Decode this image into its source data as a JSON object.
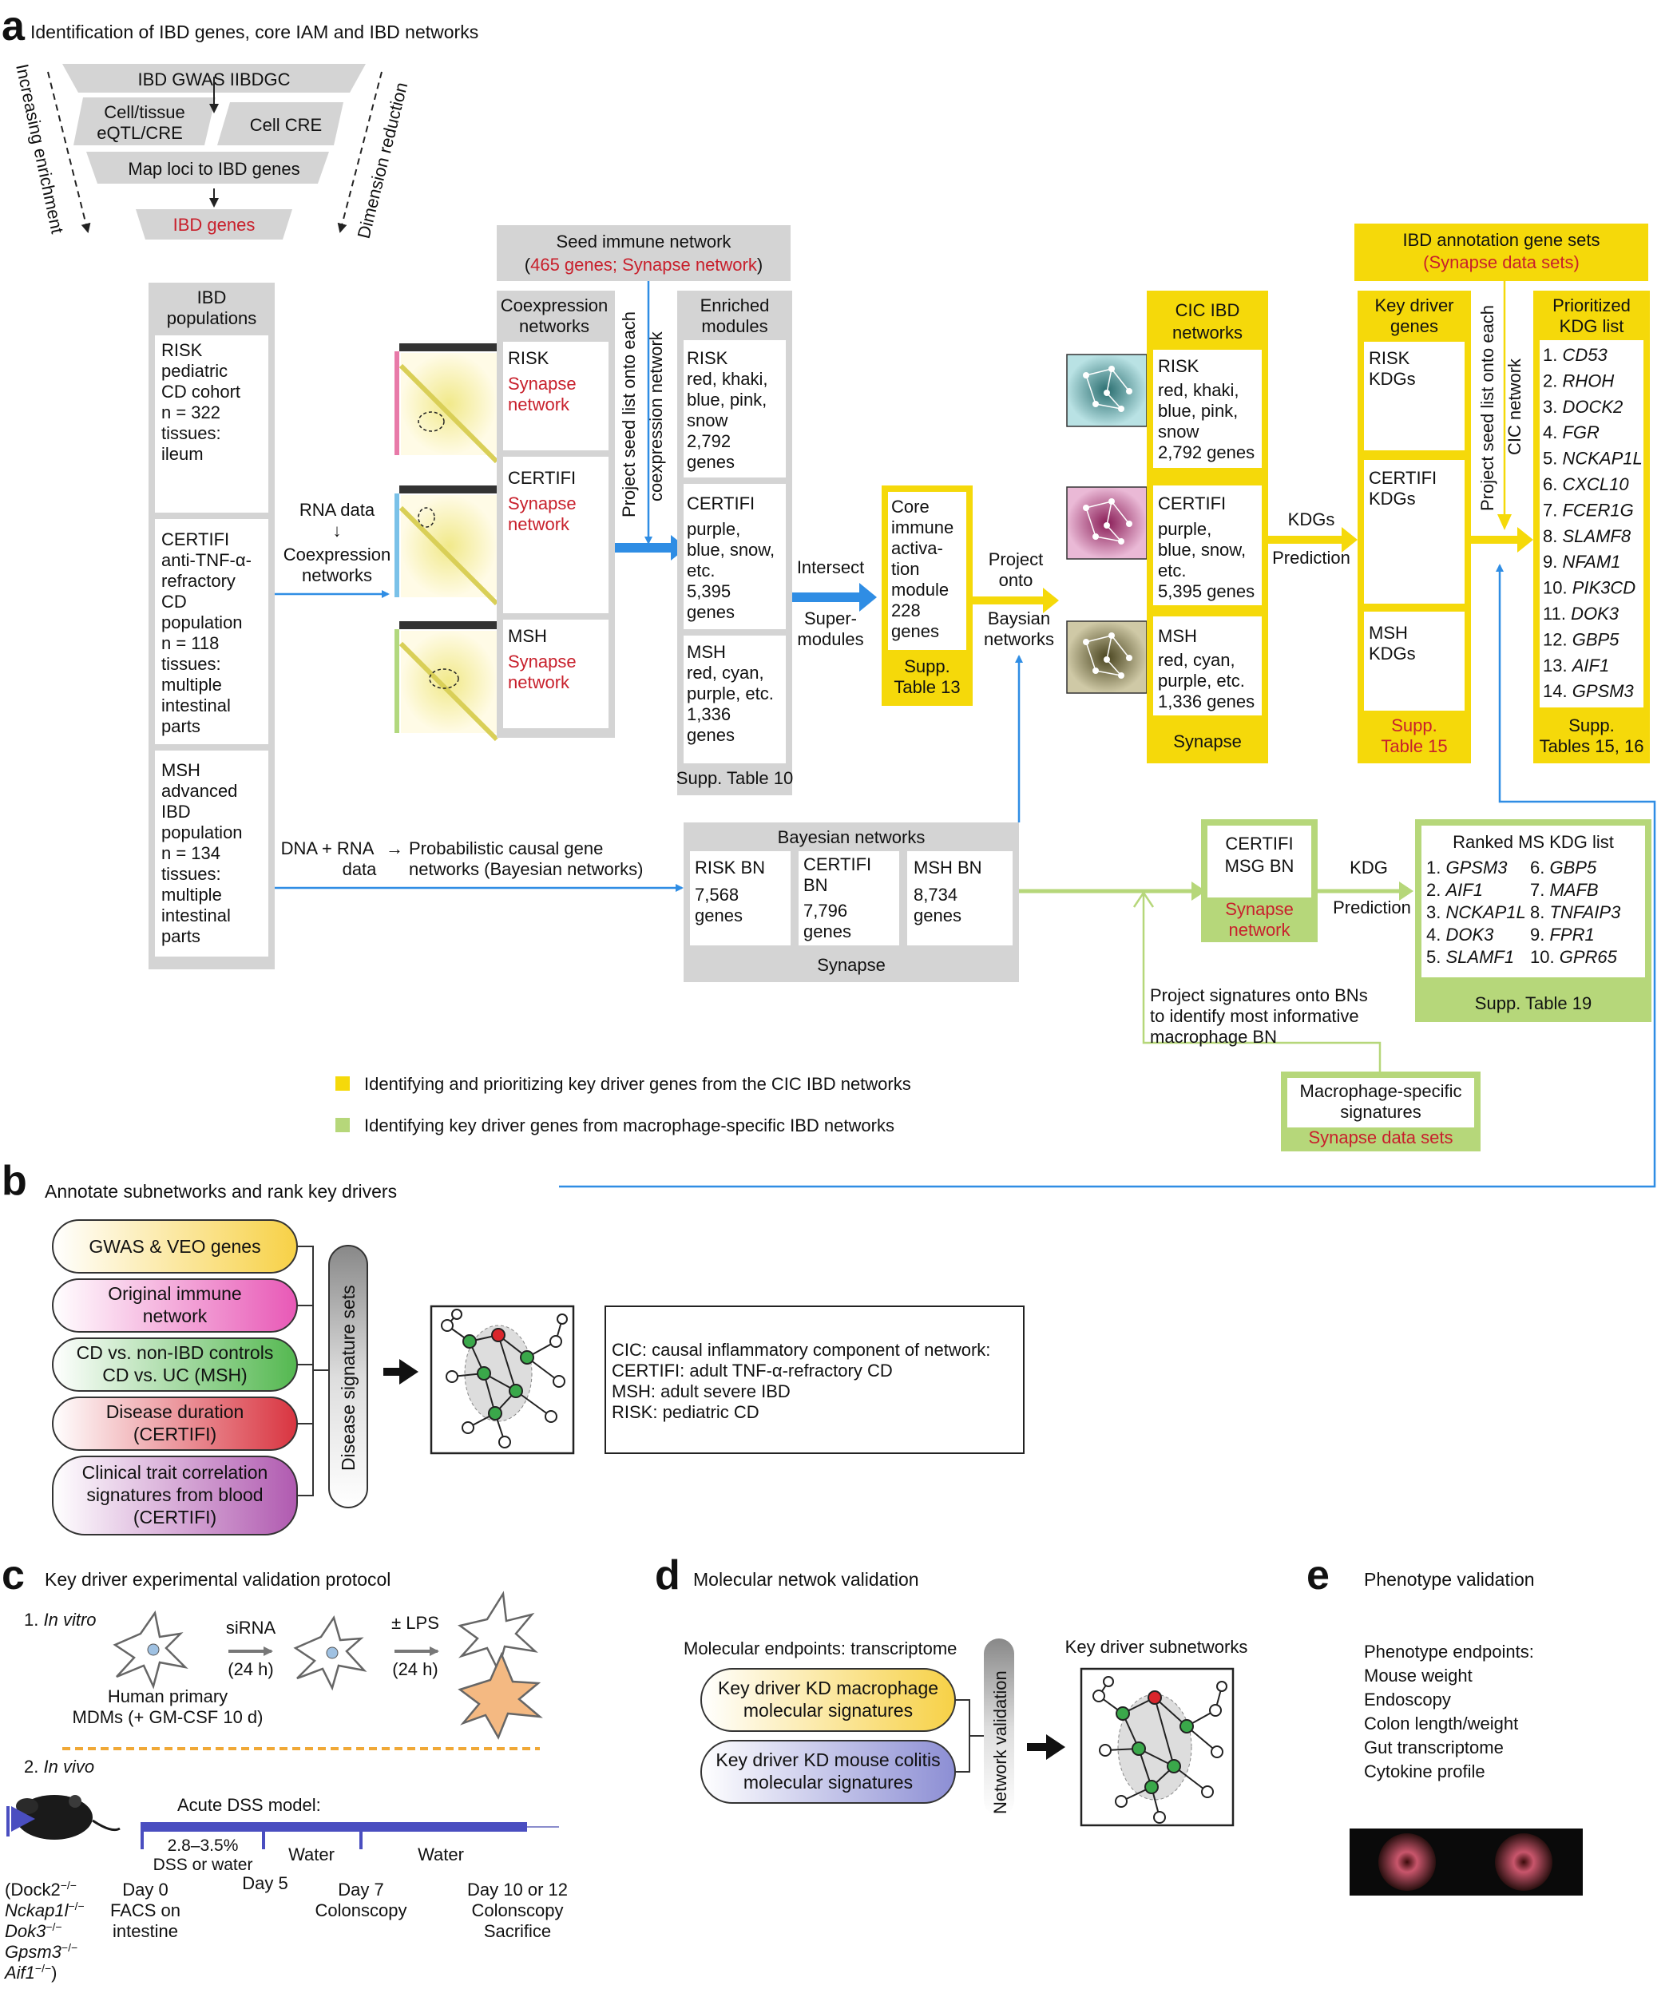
{
  "panels": {
    "a": {
      "letter": "a",
      "title": "Identification of IBD genes, core IAM and IBD networks"
    },
    "b": {
      "letter": "b",
      "title": "Annotate subnetworks and rank key drivers"
    },
    "c": {
      "letter": "c",
      "title": "Key driver experimental validation protocol"
    },
    "d": {
      "letter": "d",
      "title": "Molecular netwok validation"
    },
    "e": {
      "letter": "e",
      "title": "Phenotype validation"
    }
  },
  "funnel": {
    "gwas": "IBD GWAS IIBDGC",
    "eqtl_1": "Cell/tissue",
    "eqtl_2": "eQTL/CRE",
    "cellcre": "Cell CRE",
    "map": "Map loci to IBD genes",
    "ibdgenes": "IBD genes",
    "left_label": "Increasing enrichment",
    "right_label": "Dimension reduction"
  },
  "populations": {
    "header_1": "IBD",
    "header_2": "populations",
    "risk": [
      "RISK",
      "pediatric",
      "CD cohort",
      "n = 322",
      "tissues:",
      "ileum"
    ],
    "certifi": [
      "CERTIFI",
      "anti-TNF-α-",
      "refractory",
      "CD",
      "population",
      "n = 118",
      "tissues:",
      "multiple",
      "intestinal",
      "parts"
    ],
    "msh": [
      "MSH",
      "advanced",
      "IBD",
      "population",
      "n = 134",
      "tissues:",
      "multiple",
      "intestinal",
      "parts"
    ]
  },
  "arrows": {
    "rna_1": "RNA data",
    "rna_2": "↓",
    "rna_3": "Coexpression",
    "rna_4": "networks",
    "dna_1": "DNA + RNA",
    "dna_2": "data",
    "dna_arrow": "→",
    "prob_1": "Probabilistic causal gene",
    "prob_2": "networks (Bayesian networks)",
    "project_seed_1": "Project seed list onto each",
    "project_seed_2": "coexpression network",
    "intersect": "Intersect",
    "super_1": "Super-",
    "super_2": "modules",
    "project_onto_1": "Project",
    "project_onto_2": "onto",
    "project_onto_3": "Baysian",
    "project_onto_4": "networks",
    "kdgs": "KDGs",
    "prediction": "Prediction",
    "project_cic_1": "Project seed list onto each",
    "project_cic_2": "CIC network",
    "kdg": "KDG",
    "prediction2": "Prediction",
    "sig_1": "Project signatures onto BNs",
    "sig_2": "to identify most informative",
    "sig_3": "macrophage BN"
  },
  "seed": {
    "line1": "Seed immune network",
    "open": "(",
    "count": "465 genes;",
    "syn": "Synapse network",
    "close": ")"
  },
  "coexp": {
    "header_1": "Coexpression",
    "header_2": "networks",
    "risk": "RISK",
    "certifi": "CERTIFI",
    "msh": "MSH",
    "syn_1": "Synapse",
    "syn_2": "network"
  },
  "enriched": {
    "header_1": "Enriched",
    "header_2": "modules",
    "risk": [
      "RISK",
      "red, khaki,",
      "blue, pink,",
      "snow",
      "2,792",
      "genes"
    ],
    "certifi": [
      "CERTIFI",
      "purple,",
      "blue, snow,",
      "etc.",
      "5,395",
      "genes"
    ],
    "msh": [
      "MSH",
      "red, cyan,",
      "purple, etc.",
      "1,336",
      "genes"
    ],
    "footer": "Supp. Table 10"
  },
  "core": {
    "lines": [
      "Core",
      "immune",
      "activa-",
      "tion",
      "module",
      "228",
      "genes"
    ],
    "supp_1": "Supp.",
    "supp_2": "Table 13"
  },
  "cic": {
    "header_1": "CIC IBD",
    "header_2": "networks",
    "risk": [
      "RISK",
      "red, khaki,",
      "blue, pink,",
      "snow",
      "2,792 genes"
    ],
    "certifi": [
      "CERTIFI",
      "purple,",
      "blue, snow,",
      "etc.",
      "5,395 genes"
    ],
    "msh": [
      "MSH",
      "red, cyan,",
      "purple, etc.",
      "1,336 genes"
    ],
    "footer": "Synapse"
  },
  "annot": {
    "line1": "IBD annotation gene sets",
    "line2": "(Synapse data sets)"
  },
  "keydriver": {
    "header_1": "Key driver",
    "header_2": "genes",
    "risk_1": "RISK",
    "risk_2": "KDGs",
    "certifi_1": "CERTIFI",
    "certifi_2": "KDGs",
    "msh_1": "MSH",
    "msh_2": "KDGs",
    "supp_1": "Supp.",
    "supp_2": "Table 15"
  },
  "prioritized": {
    "header_1": "Prioritized",
    "header_2": "KDG list",
    "items": [
      {
        "n": "1.",
        "g": "CD53"
      },
      {
        "n": "2.",
        "g": "RHOH"
      },
      {
        "n": "3.",
        "g": "DOCK2"
      },
      {
        "n": "4.",
        "g": "FGR"
      },
      {
        "n": "5.",
        "g": "NCKAP1L"
      },
      {
        "n": "6.",
        "g": "CXCL10"
      },
      {
        "n": "7.",
        "g": "FCER1G"
      },
      {
        "n": "8.",
        "g": "SLAMF8"
      },
      {
        "n": "9.",
        "g": "NFAM1"
      },
      {
        "n": "10.",
        "g": "PIK3CD"
      },
      {
        "n": "11.",
        "g": "DOK3"
      },
      {
        "n": "12.",
        "g": "GBP5"
      },
      {
        "n": "13.",
        "g": "AIF1"
      },
      {
        "n": "14.",
        "g": "GPSM3"
      }
    ],
    "supp_1": "Supp.",
    "supp_2": "Tables 15, 16"
  },
  "bayesian": {
    "header": "Bayesian networks",
    "risk": [
      "RISK BN",
      "7,568",
      "genes"
    ],
    "certifi": [
      "CERTIFI",
      "BN",
      "7,796",
      "genes"
    ],
    "msh": [
      "MSH BN",
      "8,734",
      "genes"
    ],
    "footer": "Synapse"
  },
  "msg": {
    "line1": "CERTIFI",
    "line2": "MSG BN",
    "syn_1": "Synapse",
    "syn_2": "network"
  },
  "ranked": {
    "header": "Ranked MS KDG list",
    "left": [
      {
        "n": "1.",
        "g": "GPSM3"
      },
      {
        "n": "2.",
        "g": "AIF1"
      },
      {
        "n": "3.",
        "g": "NCKAP1L"
      },
      {
        "n": "4.",
        "g": "DOK3"
      },
      {
        "n": "5.",
        "g": "SLAMF1"
      }
    ],
    "right": [
      {
        "n": "6.",
        "g": "GBP5"
      },
      {
        "n": "7.",
        "g": "MAFB"
      },
      {
        "n": "8.",
        "g": "TNFAIP3"
      },
      {
        "n": "9.",
        "g": "FPR1"
      },
      {
        "n": "10.",
        "g": "GPR65"
      }
    ],
    "footer": "Supp. Table 19"
  },
  "macro": {
    "line1": "Macrophage-specific",
    "line2": "signatures",
    "footer": "Synapse data sets"
  },
  "legend": {
    "yellow": "Identifying and prioritizing key driver genes from the CIC IBD networks",
    "green": "Identifying key driver genes from macrophage-specific IBD networks"
  },
  "b": {
    "pills": [
      {
        "l1": "GWAS & VEO genes",
        "l2": ""
      },
      {
        "l1": "Original immune",
        "l2": "network"
      },
      {
        "l1": "CD vs. non-IBD controls",
        "l2": "CD vs. UC (MSH)"
      },
      {
        "l1": "Disease duration",
        "l2": "(CERTIFI)"
      },
      {
        "l1": "Clinical trait correlation",
        "l2": "signatures from blood",
        "l3": "(CERTIFI)"
      }
    ],
    "vertical": "Disease signature sets",
    "defs": [
      "CIC: causal inflammatory component of network:",
      "CERTIFI: adult TNF-α-refractory CD",
      "MSH: adult severe IBD",
      "RISK: pediatric CD"
    ]
  },
  "c": {
    "invitro_n": "1.",
    "invitro": "In vitro",
    "sirna": "siRNA",
    "h24a": "(24 h)",
    "lps": "± LPS",
    "h24b": "(24 h)",
    "mdm_1": "Human primary",
    "mdm_2": "MDMs (+ GM-CSF 10 d)",
    "invivo_n": "2.",
    "invivo": "In vivo",
    "acute": "Acute DSS model:",
    "dss_1": "2.8–3.5%",
    "dss_2": "DSS or water",
    "water1": "Water",
    "water2": "Water",
    "day0": "Day 0",
    "facs_1": "FACS on",
    "facs_2": "intestine",
    "day5": "Day 5",
    "day7": "Day 7",
    "colo1": "Colonscopy",
    "day10": "Day 10 or 12",
    "colo2": "Colonscopy",
    "sacrifice": "Sacrifice",
    "ko": [
      "(Dock2",
      "Nckap1l",
      "Dok3",
      "Gpsm3",
      "Aif1"
    ],
    "ko_sup": "−/−",
    "ko_close": ")"
  },
  "d": {
    "endpoints": "Molecular endpoints: transcriptome",
    "pill1_1": "Key driver KD macrophage",
    "pill1_2": "molecular signatures",
    "pill2_1": "Key driver KD mouse colitis",
    "pill2_2": "molecular signatures",
    "vertical": "Network validation",
    "subnet": "Key driver subnetworks"
  },
  "e": {
    "lines": [
      "Phenotype endpoints:",
      "Mouse weight",
      "Endoscopy",
      "Colon length/weight",
      "Gut transcriptome",
      "Cytokine profile"
    ]
  }
}
